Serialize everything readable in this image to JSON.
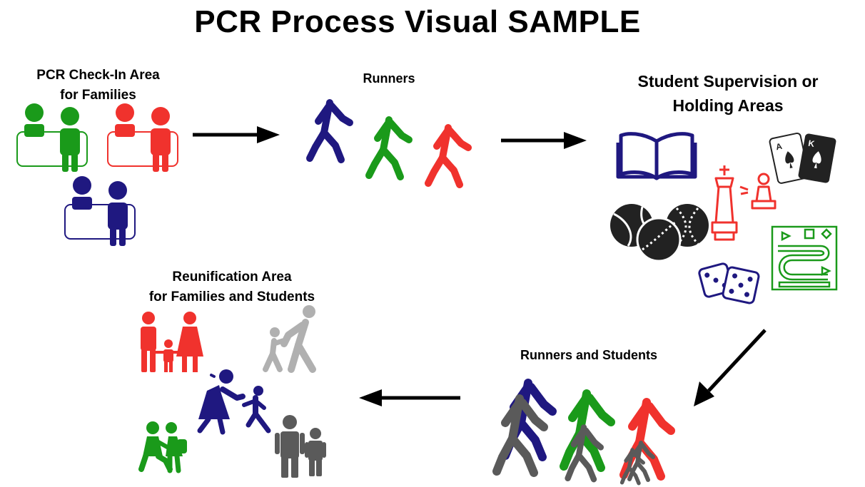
{
  "title": "PCR Process Visual SAMPLE",
  "stages": {
    "checkin": {
      "line1": "PCR Check-In Area",
      "line2": "for Families"
    },
    "runners": {
      "label": "Runners"
    },
    "supervision": {
      "line1": "Student Supervision or",
      "line2": "Holding Areas"
    },
    "runners_students": {
      "label": "Runners and Students"
    },
    "reunification": {
      "line1": "Reunification Area",
      "line2": "for Families and Students"
    }
  },
  "cards": {
    "ace": "A",
    "king": "K"
  },
  "colors": {
    "green": "#1a9a1a",
    "red": "#f0322d",
    "navy": "#1f1880",
    "gray": "#5a5a5a",
    "lightgray": "#b0b0b0",
    "dark": "#222222"
  },
  "icons": [
    "desk-with-two-people-icon",
    "walking-person-icon",
    "open-book-icon",
    "playing-cards-icon",
    "chess-pieces-icon",
    "balls-icon",
    "dice-icon",
    "board-game-icon",
    "family-icon",
    "hugging-icon",
    "arrow-icon"
  ]
}
